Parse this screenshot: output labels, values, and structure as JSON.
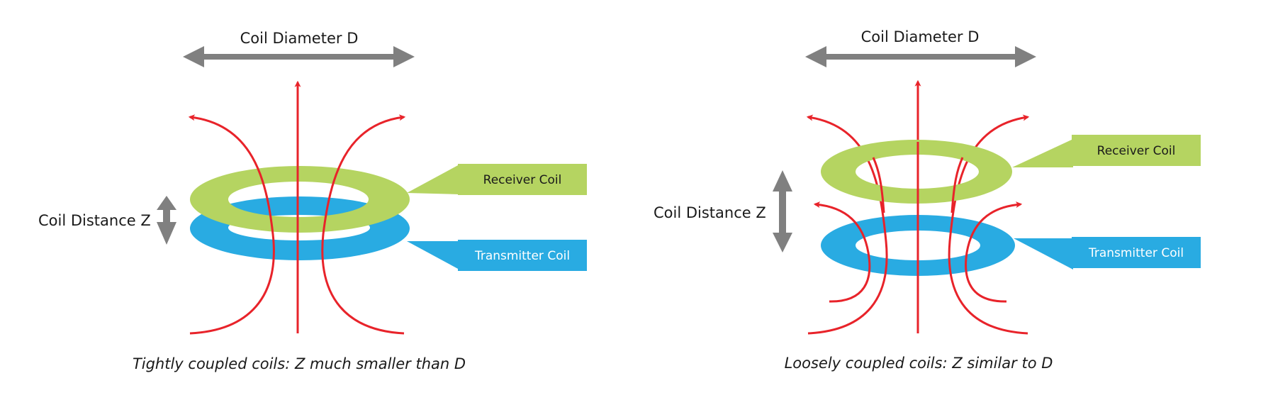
{
  "colors": {
    "field_line": "#e8232a",
    "dimension_arrow": "#808080",
    "receiver_coil": "#b5d461",
    "transmitter_coil": "#29abe2",
    "callout_text_receiver": "#1a1a1a",
    "callout_text_transmitter": "#ffffff",
    "text": "#1a1a1a"
  },
  "left_panel": {
    "diameter_label": "Coil Diameter D",
    "distance_label": "Coil Distance Z",
    "receiver_label": "Receiver Coil",
    "transmitter_label": "Transmitter Coil",
    "caption": "Tightly coupled coils: Z much smaller than D"
  },
  "right_panel": {
    "diameter_label": "Coil Diameter D",
    "distance_label": "Coil Distance Z",
    "receiver_label": "Receiver Coil",
    "transmitter_label": "Transmitter Coil",
    "caption": "Loosely coupled coils: Z similar to D"
  }
}
